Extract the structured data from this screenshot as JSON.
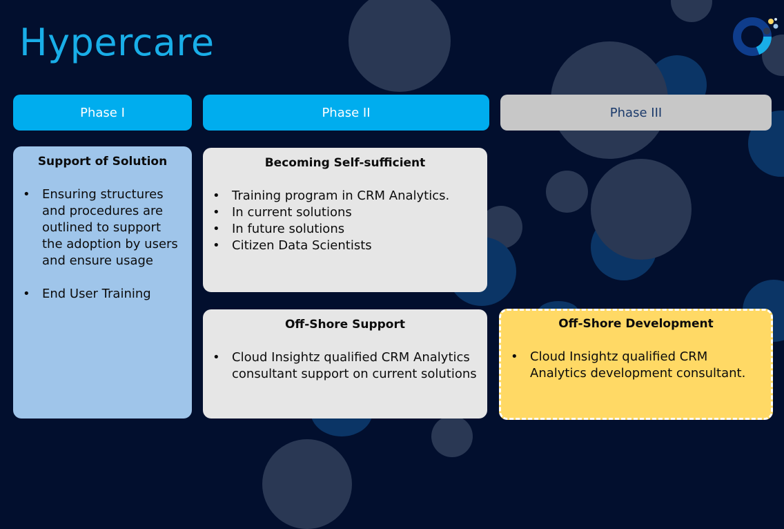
{
  "title": "Hypercare",
  "phases": [
    {
      "label": "Phase I"
    },
    {
      "label": "Phase II"
    },
    {
      "label": "Phase III"
    }
  ],
  "cards": {
    "support": {
      "title": "Support of Solution",
      "items": [
        "Ensuring structures and procedures are outlined to support the adoption by users and ensure usage",
        "End User Training"
      ]
    },
    "self_sufficient": {
      "title": "Becoming Self-sufficient",
      "items": [
        "Training program in CRM Analytics.",
        "In current solutions",
        "In future solutions",
        "Citizen Data Scientists"
      ]
    },
    "offshore_support": {
      "title": "Off-Shore Support",
      "items": [
        "Cloud Insightz qualified CRM Analytics consultant support on current solutions"
      ]
    },
    "offshore_dev": {
      "title": "Off-Shore Development",
      "items": [
        "Cloud Insightz qualified CRM Analytics development consultant."
      ]
    }
  },
  "bullet": "•",
  "colors": {
    "background": "#020f2e",
    "accent_blue": "#00adee",
    "title_blue": "#19aee8",
    "card_light_blue": "#9fc5ea",
    "card_gray": "#e6e6e6",
    "card_yellow": "#ffd965",
    "phase_gray": "#c7c7c7"
  },
  "logo": {
    "icon": "brand-ring-logo-icon"
  }
}
